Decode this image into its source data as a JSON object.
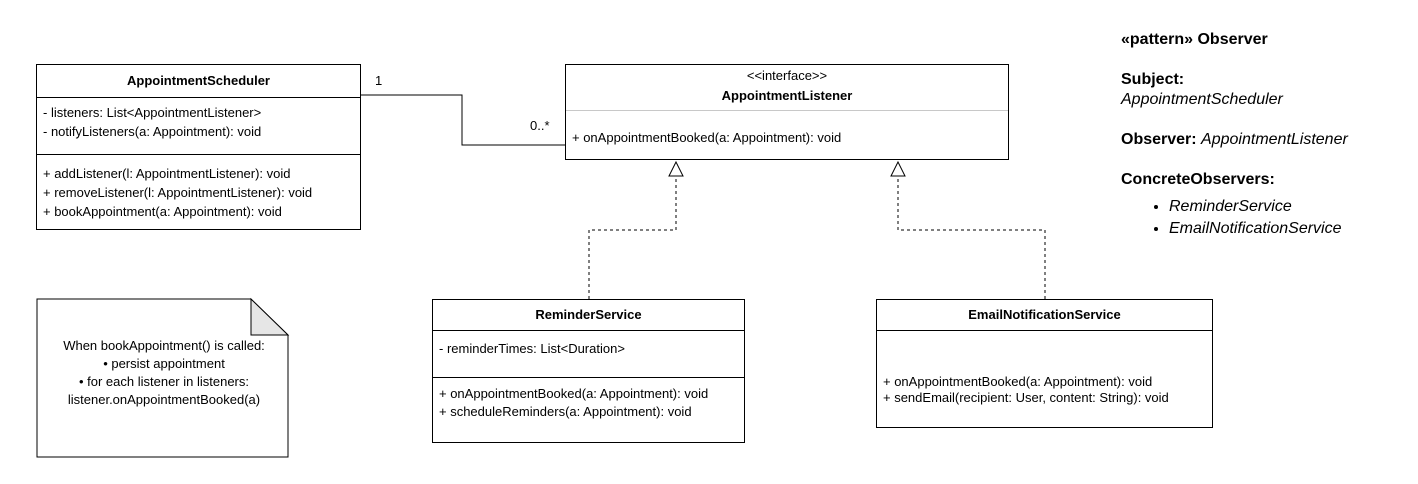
{
  "classes": {
    "scheduler": {
      "name": "AppointmentScheduler",
      "attributes": [
        "- listeners: List<AppointmentListener>",
        "- notifyListeners(a: Appointment): void"
      ],
      "methods": [
        "+ addListener(l: AppointmentListener): void",
        "+ removeListener(l: AppointmentListener): void",
        "+ bookAppointment(a: Appointment): void"
      ]
    },
    "listener": {
      "stereotype": "<<interface>>",
      "name": "AppointmentListener",
      "methods": [
        "+ onAppointmentBooked(a: Appointment): void"
      ]
    },
    "reminder": {
      "name": "ReminderService",
      "attributes": [
        "- reminderTimes: List<Duration>"
      ],
      "methods": [
        "+ onAppointmentBooked(a: Appointment): void",
        "+ scheduleReminders(a: Appointment): void"
      ]
    },
    "email": {
      "name": "EmailNotificationService",
      "attributes": [],
      "methods": [
        "+ onAppointmentBooked(a: Appointment): void",
        "+ sendEmail(recipient: User, content: String): void"
      ]
    }
  },
  "association": {
    "source_multiplicity": "1",
    "target_multiplicity": "0..*"
  },
  "note": {
    "lines": [
      "When bookAppointment() is called:",
      "• persist appointment",
      "• for each listener in listeners:",
      "listener.onAppointmentBooked(a)"
    ]
  },
  "legend": {
    "pattern_label": "«pattern» Observer",
    "subject_label": "Subject:",
    "subject_value": "AppointmentScheduler",
    "observer_label": "Observer:",
    "observer_value": "AppointmentListener",
    "concrete_label": "ConcreteObservers:",
    "concrete_items": [
      "ReminderService",
      "EmailNotificationService"
    ]
  }
}
